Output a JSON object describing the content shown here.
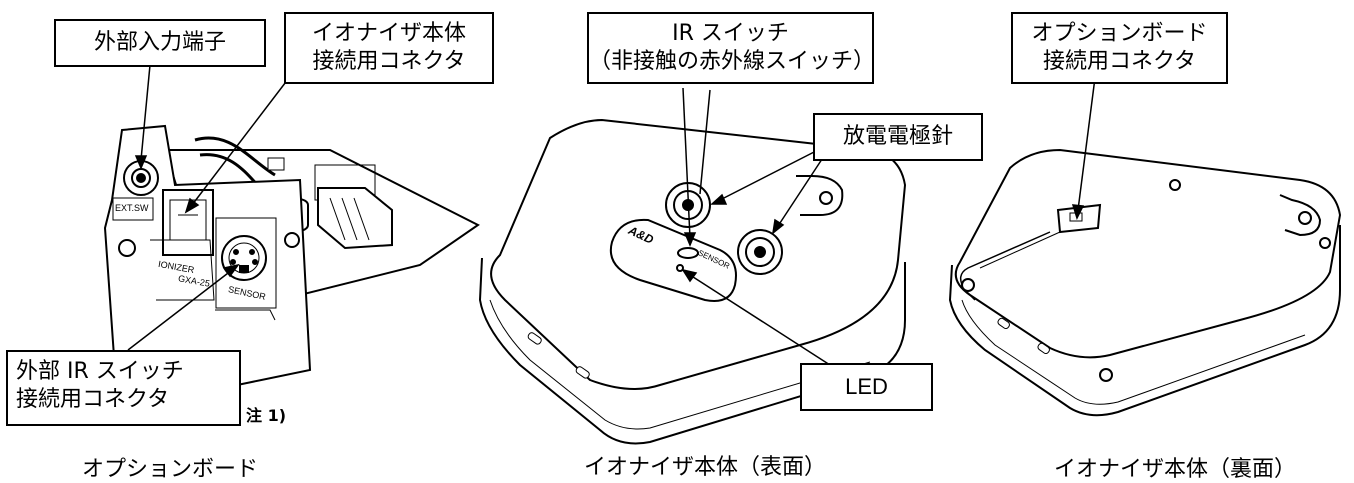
{
  "labels": {
    "ext_input": "外部入力端子",
    "ionizer_conn_1": "イオナイザ本体",
    "ionizer_conn_2": "接続用コネクタ",
    "ir_switch_1": "IR スイッチ",
    "ir_switch_2": "（非接触の赤外線スイッチ）",
    "electrode": "放電電極針",
    "option_conn_1": "オプションボード",
    "option_conn_2": "接続用コネクタ",
    "ext_ir_1": "外部 IR スイッチ",
    "ext_ir_2": "接続用コネクタ",
    "led": "LED",
    "note": "注 1)"
  },
  "board_print": {
    "ext_sw": "EXT.SW",
    "ionizer": "IONIZER",
    "model": "GXA-25",
    "sensor": "SENSOR"
  },
  "device_print": {
    "brand": "A&D",
    "sensor": "SENSOR"
  },
  "captions": {
    "option_board": "オプションボード",
    "front": "イオナイザ本体（表面）",
    "back": "イオナイザ本体（裏面）"
  }
}
